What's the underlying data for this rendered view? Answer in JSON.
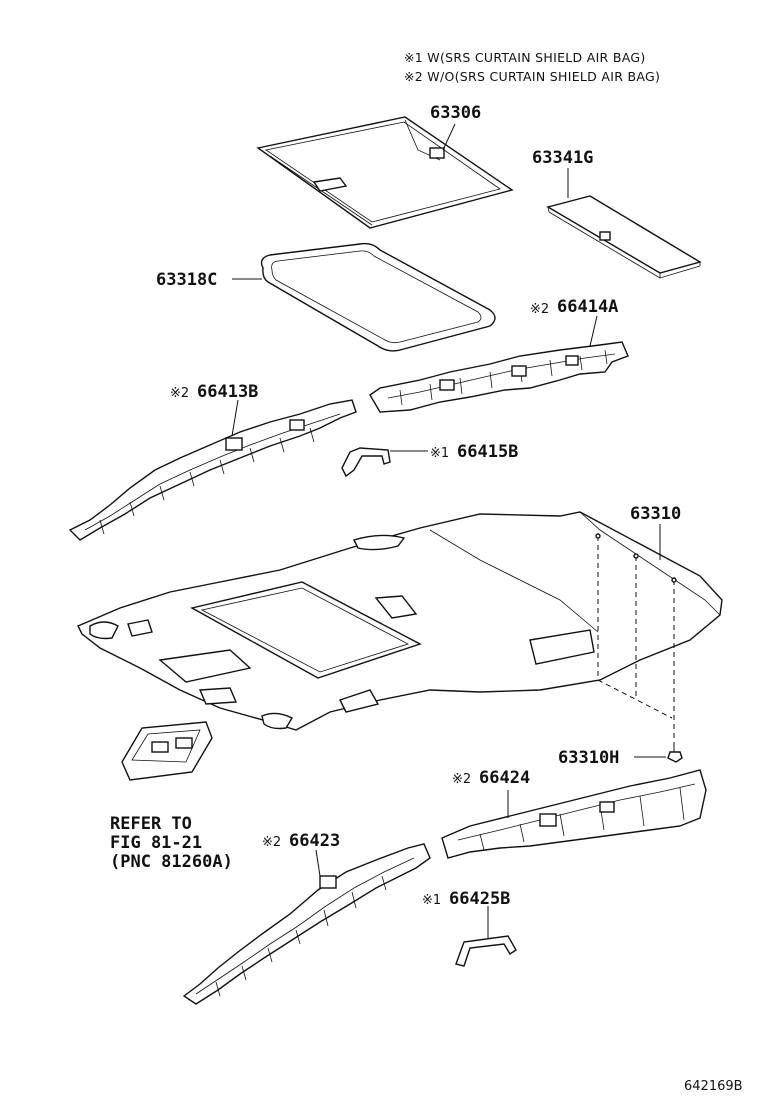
{
  "notes": {
    "note1": "※1  W(SRS CURTAIN SHIELD AIR BAG)",
    "note2": "※2  W/O(SRS CURTAIN SHIELD AIR BAG)"
  },
  "parts": {
    "p63306": "63306",
    "p63341G": "63341G",
    "p63318C": "63318C",
    "p66414A": "66414A",
    "p66413B": "66413B",
    "p66415B": "66415B",
    "p63310": "63310",
    "p63310H": "63310H",
    "p66424": "66424",
    "p66423": "66423",
    "p66425B": "66425B"
  },
  "marks": {
    "m1": "※1",
    "m2": "※2"
  },
  "refer": {
    "line1": "REFER TO",
    "line2": "FIG 81-21",
    "line3": "(PNC 81260A)"
  },
  "figure_code": "642169B"
}
